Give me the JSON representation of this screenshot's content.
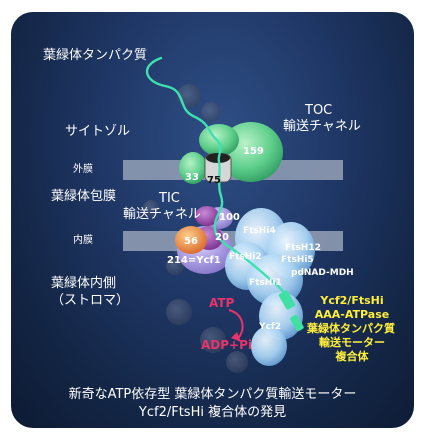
{
  "labels": {
    "precursor": "葉緑体タンパク質",
    "cytosol": "サイトゾル",
    "outer_membrane": "外膜",
    "envelope": "葉緑体包膜",
    "inner_membrane": "内膜",
    "stroma_line1": "葉緑体内側",
    "stroma_line2": "（ストロマ）",
    "toc_line1": "TOC",
    "toc_line2": "輸送チャネル",
    "tic_line1": "TIC",
    "tic_line2": "輸送チャネル"
  },
  "proteins": {
    "toc159": "159",
    "toc33": "33",
    "toc75": "75",
    "tic100": "100",
    "tic20": "20",
    "tic56": "56",
    "tic214": "214=Ycf1",
    "ftshi4": "FtsHi4",
    "ftshi2": "FtsHi2",
    "ftsh12": "FtsH12",
    "ftshi5": "FtsHi5",
    "pdnad": "pdNAD-MDH",
    "ftshi1": "FtsHi1",
    "ycf2": "Ycf2"
  },
  "reaction": {
    "atp": "ATP",
    "adp": "ADP+Pi"
  },
  "motor": {
    "line1": "Ycf2/FtsHi",
    "line2": "AAA-ATPase",
    "line3": "葉緑体タンパク質",
    "line4": "輸送モーター",
    "line5": "複合体"
  },
  "caption": {
    "line1": "新奇なATP依存型 葉緑体タンパク質輸送モーター",
    "line2": "Ycf2/FtsHi 複合体の発見"
  },
  "colors": {
    "background": "#1f3766",
    "membrane": "#8e9bb3",
    "toc": "#5fcf8c",
    "tic56": "#e27a3a",
    "tic20": "#8a3a9a",
    "tic214": "#9f8fd8",
    "ftshi": "#a9d3f3",
    "peptide": "#3fe0b0",
    "motor_text": "#ffef3a",
    "atp_text": "#e8336b"
  }
}
